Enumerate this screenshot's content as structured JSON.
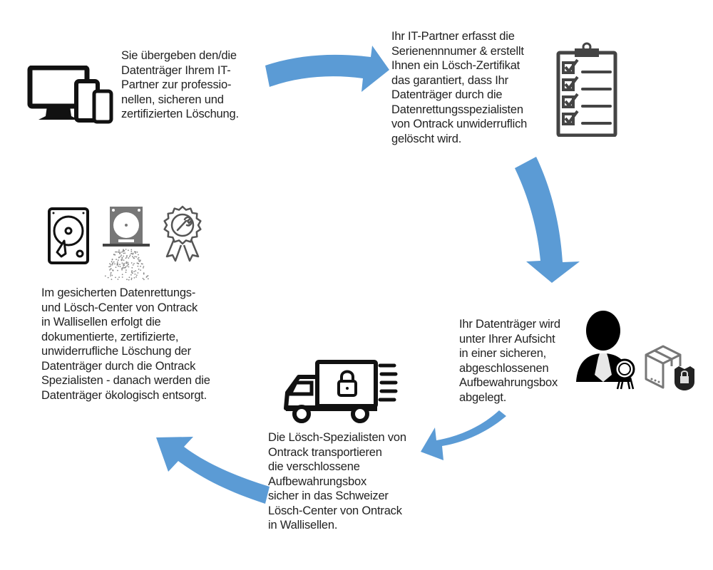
{
  "diagram": {
    "type": "process-cycle",
    "arrow_color": "#5B9BD5",
    "steps": [
      {
        "id": "handover",
        "icon": "devices-icon",
        "lines": [
          "Sie übergeben den/die",
          "Datenträger Ihrem IT-",
          "Partner zur professio-",
          "nellen, sicheren und",
          "zertifizierten Löschung."
        ]
      },
      {
        "id": "certificate",
        "icon": "clipboard-checklist-icon",
        "lines": [
          "Ihr IT-Partner erfasst die",
          "Serienennnumer & erstellt",
          "Ihnen ein Lösch-Zertifikat",
          "das garantiert, dass Ihr",
          "Datenträger durch die",
          "Datenrettungsspezialisten",
          "von Ontrack unwiderruflich",
          "gelöscht wird."
        ]
      },
      {
        "id": "storage",
        "icons": [
          "certified-person-icon",
          "locked-box-icon"
        ],
        "lines": [
          "Ihr Datenträger wird",
          "unter Ihrer Aufsicht",
          "in einer sicheren,",
          "abgeschlossenen",
          "Aufbewahrungsbox",
          "abgelegt."
        ]
      },
      {
        "id": "transport",
        "icon": "locked-truck-icon",
        "lines": [
          "Die Lösch-Spezialisten von",
          "Ontrack transportieren",
          "die verschlossene",
          "Aufbewahrungsbox",
          "sicher in das Schweizer",
          "Lösch-Center von Ontrack",
          "in Wallisellen."
        ]
      },
      {
        "id": "erasure",
        "icons": [
          "hard-drive-icon",
          "shredder-icon",
          "certified-service-badge-icon"
        ],
        "lines": [
          "Im gesicherten Datenrettungs-",
          "und Lösch-Center von Ontrack",
          "in Wallisellen erfolgt die",
          "dokumentierte, zertifizierte,",
          "unwiderrufliche Löschung der",
          "Datenträger durch die Ontrack",
          "Spezialisten - danach werden die",
          "Datenträger ökologisch entsorgt."
        ]
      }
    ]
  }
}
